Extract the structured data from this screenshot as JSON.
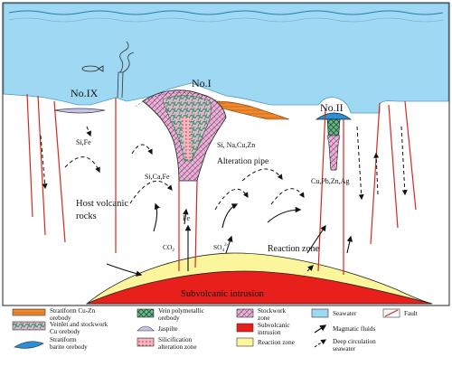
{
  "labels": {
    "no9": "No.IX",
    "no1": "No.I",
    "no2": "No.II",
    "si_fe": "Si,Fe",
    "si_na_cu_zn": "Si, Na,Cu,Zn",
    "alteration_pipe": "Alteration pipe",
    "si_ca_fe": "Si,Ca,Fe",
    "cu_pb_zn_ag": "Cu,Pb,Zn,Ag",
    "host_line1": "Host volcanic",
    "host_line2": "rocks",
    "fe": "Fe",
    "co2": "CO",
    "co2_sub": "2",
    "so4": "SO",
    "so4_sub": "4",
    "so4_sup": "2-",
    "reaction_zone": "Reaction zone",
    "intrusion": "Subvolcanic intrusion"
  },
  "legend": [
    {
      "line1": "Stratiform Cu-Zn",
      "line2": "orebody"
    },
    {
      "line1": "Vein polymetallic",
      "line2": "orebody"
    },
    {
      "line1": "Stockwork",
      "line2": "zone"
    },
    {
      "line1": "Seawater",
      "line2": ""
    },
    {
      "line1": "Fault",
      "line2": ""
    },
    {
      "line1": "Veinlet and stockwork",
      "line2": "Cu orebody"
    },
    {
      "line1": "Jaspilte",
      "line2": ""
    },
    {
      "line1": "Subvolcanic",
      "line2": "intrusion"
    },
    {
      "line1": "Magmatic fluids",
      "line2": ""
    },
    {
      "line1": "Stratiform",
      "line2": "barite orebody"
    },
    {
      "line1": "Silicification",
      "line2": "alteration zone"
    },
    {
      "line1": "Reaction zone",
      "line2": ""
    },
    {
      "line1": "Deep circulation",
      "line2": "seawater"
    }
  ],
  "colors": {
    "seawater": "#9fd8f2",
    "intrusion": "#e8201c",
    "reaction_zone": "#fbf59b",
    "stratiform": "#f08a2c",
    "stockwork": "#e4b4d6",
    "vein_green": "#5fa87a",
    "barite": "#2a8fd4",
    "jasper": "#c6c2ea",
    "fault": "#d42a1e"
  }
}
